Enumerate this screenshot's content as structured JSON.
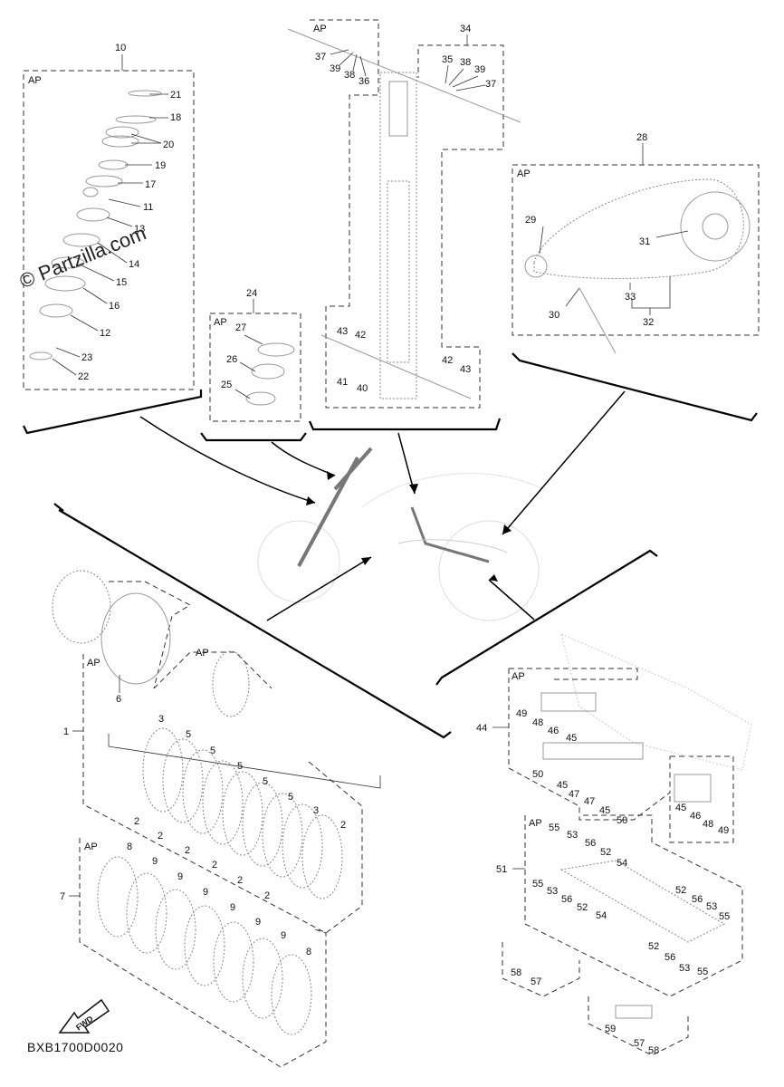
{
  "watermark": "© Partzilla.com",
  "doc_code": "BXB1700D0020",
  "ap_label": "AP",
  "fwd_label": "FWD",
  "callouts": {
    "front_fork_kit": "10",
    "fork_kit_parts": [
      "21",
      "18",
      "20",
      "19",
      "17",
      "11",
      "13",
      "14",
      "15",
      "16",
      "12",
      "23",
      "22"
    ],
    "fork_seal": "24",
    "fork_seal_parts": [
      "27",
      "26",
      "25"
    ],
    "rear_shock": "34",
    "rear_shock_parts_top_left": [
      "37",
      "39",
      "38",
      "36"
    ],
    "rear_shock_parts_top_right": [
      "35",
      "38",
      "39",
      "37"
    ],
    "rear_shock_parts_bottom": [
      "43",
      "42",
      "41",
      "40",
      "42",
      "43"
    ],
    "drive_chain_kit": "28",
    "drive_chain_parts": [
      "29",
      "31",
      "30",
      "33",
      "32"
    ],
    "clutch_kit": "1",
    "clutch_parts": [
      "6",
      "3",
      "5",
      "5",
      "5",
      "5",
      "5",
      "3",
      "2",
      "2",
      "2",
      "2",
      "2",
      "2",
      "2"
    ],
    "clutch_plates": "7",
    "clutch_plate_parts": [
      "8",
      "9",
      "9",
      "9",
      "9",
      "9",
      "9",
      "8"
    ],
    "swingarm_bearing": "44",
    "swingarm_parts": [
      "49",
      "48",
      "46",
      "45",
      "50",
      "45",
      "47",
      "47",
      "45",
      "50",
      "45",
      "46",
      "48",
      "49"
    ],
    "linkage_bearing": "51",
    "linkage_parts": [
      "55",
      "53",
      "56",
      "52",
      "54",
      "55",
      "53",
      "56",
      "52",
      "54",
      "52",
      "56",
      "53",
      "55",
      "52",
      "56",
      "53",
      "55",
      "58",
      "57",
      "59",
      "57",
      "58"
    ]
  }
}
